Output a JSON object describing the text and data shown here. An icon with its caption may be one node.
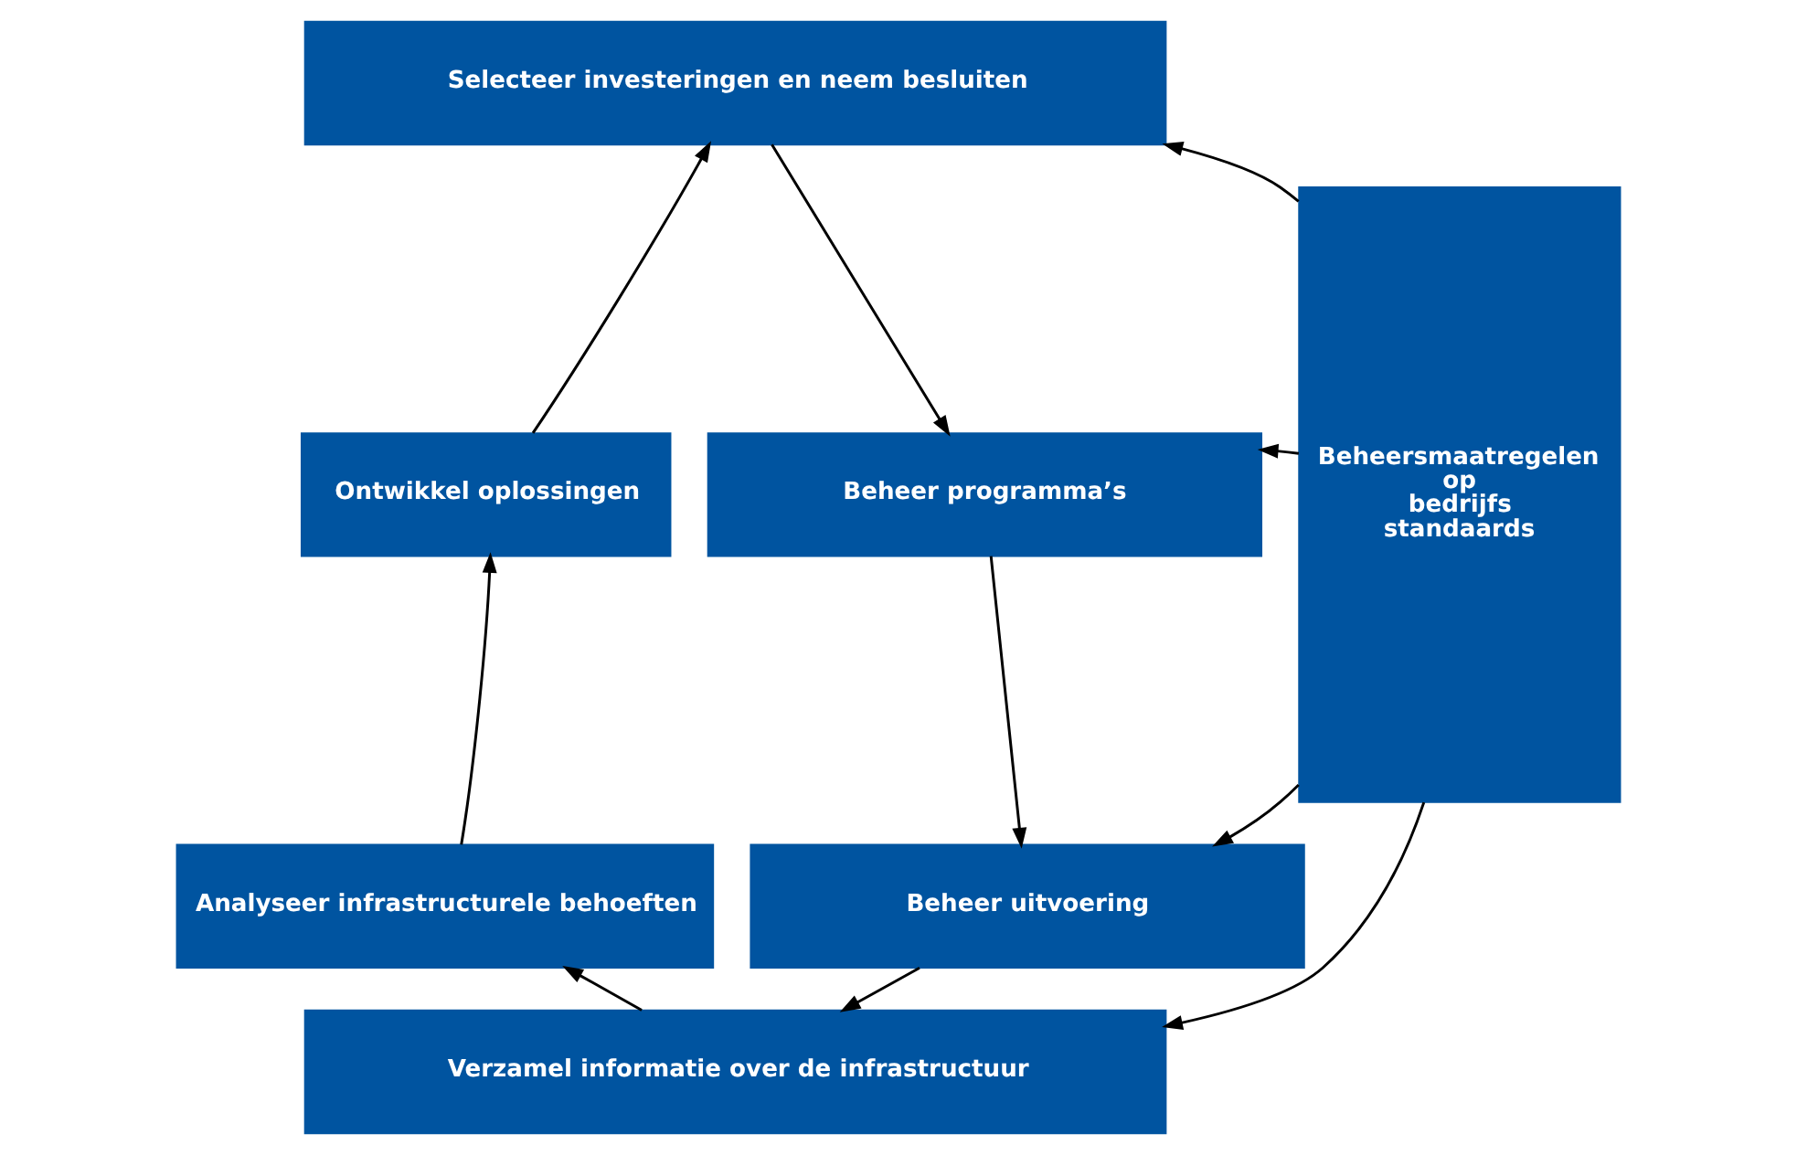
{
  "diagram": {
    "nodes": [
      {
        "text": [
          "Selecteer investeringen en neem besluiten"
        ]
      },
      {
        "text": [
          "Ontwikkel oplossingen"
        ]
      },
      {
        "text": [
          "Beheer programma’s"
        ]
      },
      {
        "text": [
          "Analyseer infrastructurele behoeften"
        ]
      },
      {
        "text": [
          "Beheer uitvoering"
        ]
      },
      {
        "text": [
          "Verzamel informatie over de infrastructuur"
        ]
      },
      {
        "text": [
          "Beheersmaatregelen op bedrijfs standaards"
        ]
      }
    ],
    "edges": [
      {
        "from": 1,
        "to": 0,
        "arrow": "to"
      },
      {
        "from": 0,
        "to": 2,
        "arrow": "to"
      },
      {
        "from": 3,
        "to": 1,
        "arrow": "to"
      },
      {
        "from": 2,
        "to": 4,
        "arrow": "to"
      },
      {
        "from": 5,
        "to": 3,
        "arrow": "to"
      },
      {
        "from": 4,
        "to": 5,
        "arrow": "to"
      },
      {
        "from": 6,
        "to": 0,
        "arrow": "to"
      },
      {
        "from": 6,
        "to": 2,
        "arrow": "to"
      },
      {
        "from": 6,
        "to": 4,
        "arrow": "to"
      },
      {
        "from": 6,
        "to": 5,
        "arrow": "to"
      }
    ]
  }
}
